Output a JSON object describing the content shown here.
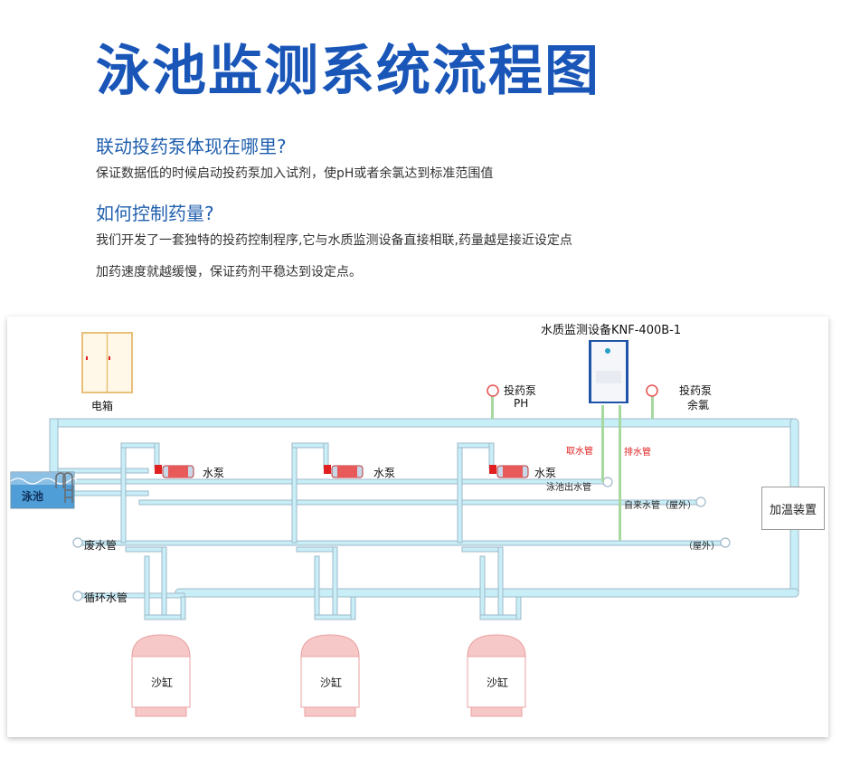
{
  "page": {
    "title": "泳池监测系统流程图",
    "q1": "联动投药泵体现在哪里?",
    "a1": "保证数据低的时候启动投药泵加入试剂，使pH或者余氯达到标准范围值",
    "q2": "如何控制药量?",
    "a2_line1": "我们开发了一套独特的投药控制程序,它与水质监测设备直接相联,药量越是接近设定点",
    "a2_line2": "加药速度就越缓慢，保证药剂平稳达到设定点。"
  },
  "diagram": {
    "device_title": "水质监测设备KNF-400B-1",
    "electric_box": "电箱",
    "pool": "泳池",
    "heater": "加温装置",
    "pump_label": "水泵",
    "dosing_ph_line1": "投药泵",
    "dosing_ph_line2": "PH",
    "dosing_cl_line1": "投药泵",
    "dosing_cl_line2": "余氯",
    "intake_pipe": "取水管",
    "drain_pipe": "排水管",
    "pool_outlet": "泳池出水管",
    "tap_water": "自来水管（屋外）",
    "outdoor": "（屋外）",
    "waste_pipe": "废水管",
    "circulation_pipe": "循环水管",
    "sand_tank": "沙缸",
    "colors": {
      "pipe": "#c8eef8",
      "pipe_edge": "#9fb8c8",
      "green_pipe": "#a6d8a0",
      "red_text": "#e02020",
      "heading_blue": "#1a56b8"
    },
    "icons": [
      "electric-box-icon",
      "pool-ladder-icon",
      "water-pump-icon",
      "dosing-pump-icon",
      "monitor-device-icon",
      "sand-tank-icon"
    ]
  }
}
